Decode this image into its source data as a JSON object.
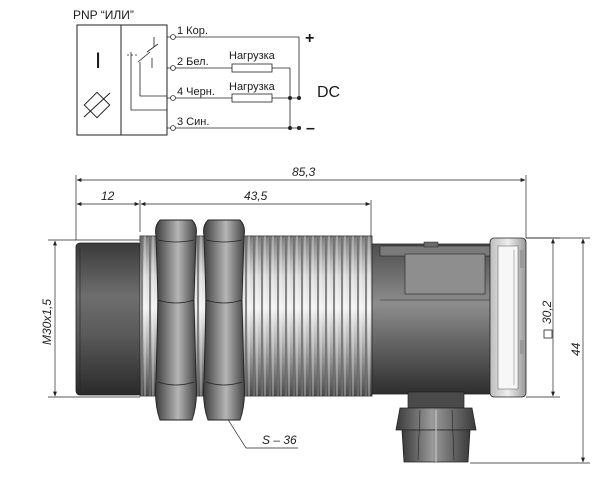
{
  "schematic": {
    "title": "PNP “ИЛИ”",
    "symbol": "I",
    "pins": [
      {
        "label": "1 Кор."
      },
      {
        "label": "2 Бел."
      },
      {
        "label": "4 Черн."
      },
      {
        "label": "3 Син."
      }
    ],
    "loads": [
      "Нагрузка",
      "Нагрузка"
    ],
    "plus": "+",
    "minus": "–",
    "supply": "DC"
  },
  "drawing": {
    "dim_total": "85,3",
    "dim_front": "12",
    "dim_thread": "43,5",
    "dim_thread_size": "M30x1,5",
    "dim_square": "30,2",
    "dim_height": "44",
    "wrench": "S – 36"
  },
  "colors": {
    "line": "#222222",
    "body_light": "#c9c9c9",
    "body_dark": "#5a5a5a"
  }
}
